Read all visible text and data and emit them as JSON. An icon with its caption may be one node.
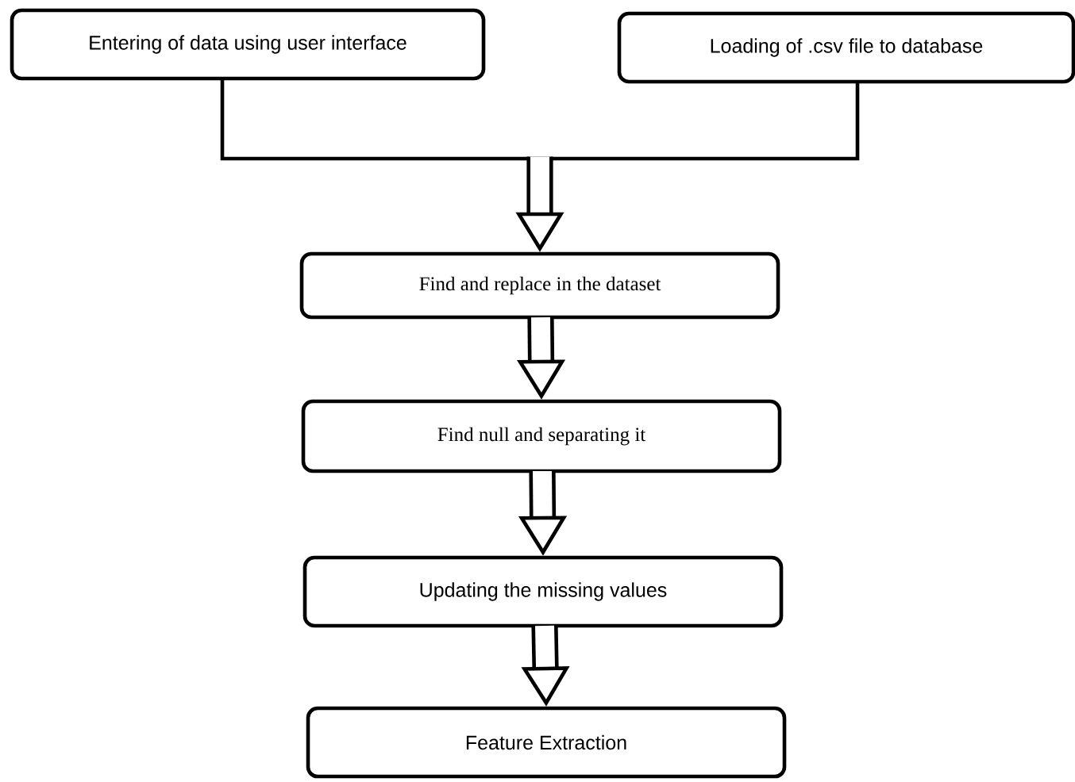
{
  "diagram": {
    "nodes": [
      {
        "text": [
          "Entering of data using user interface"
        ]
      },
      {
        "text": [
          "Loading  of .csv file to database"
        ]
      },
      {
        "text": [
          "Find and replace in the dataset"
        ]
      },
      {
        "text": [
          "Find null and separating it"
        ]
      },
      {
        "text": [
          "Updating the missing values"
        ]
      },
      {
        "text": [
          "Feature Extraction"
        ]
      }
    ],
    "edges": [
      {
        "from": 0,
        "to": 2,
        "arrow": "to"
      },
      {
        "from": 1,
        "to": 2,
        "arrow": "to"
      },
      {
        "from": 2,
        "to": 3,
        "arrow": "to"
      },
      {
        "from": 3,
        "to": 4,
        "arrow": "to"
      },
      {
        "from": 4,
        "to": 5,
        "arrow": "to"
      }
    ]
  }
}
